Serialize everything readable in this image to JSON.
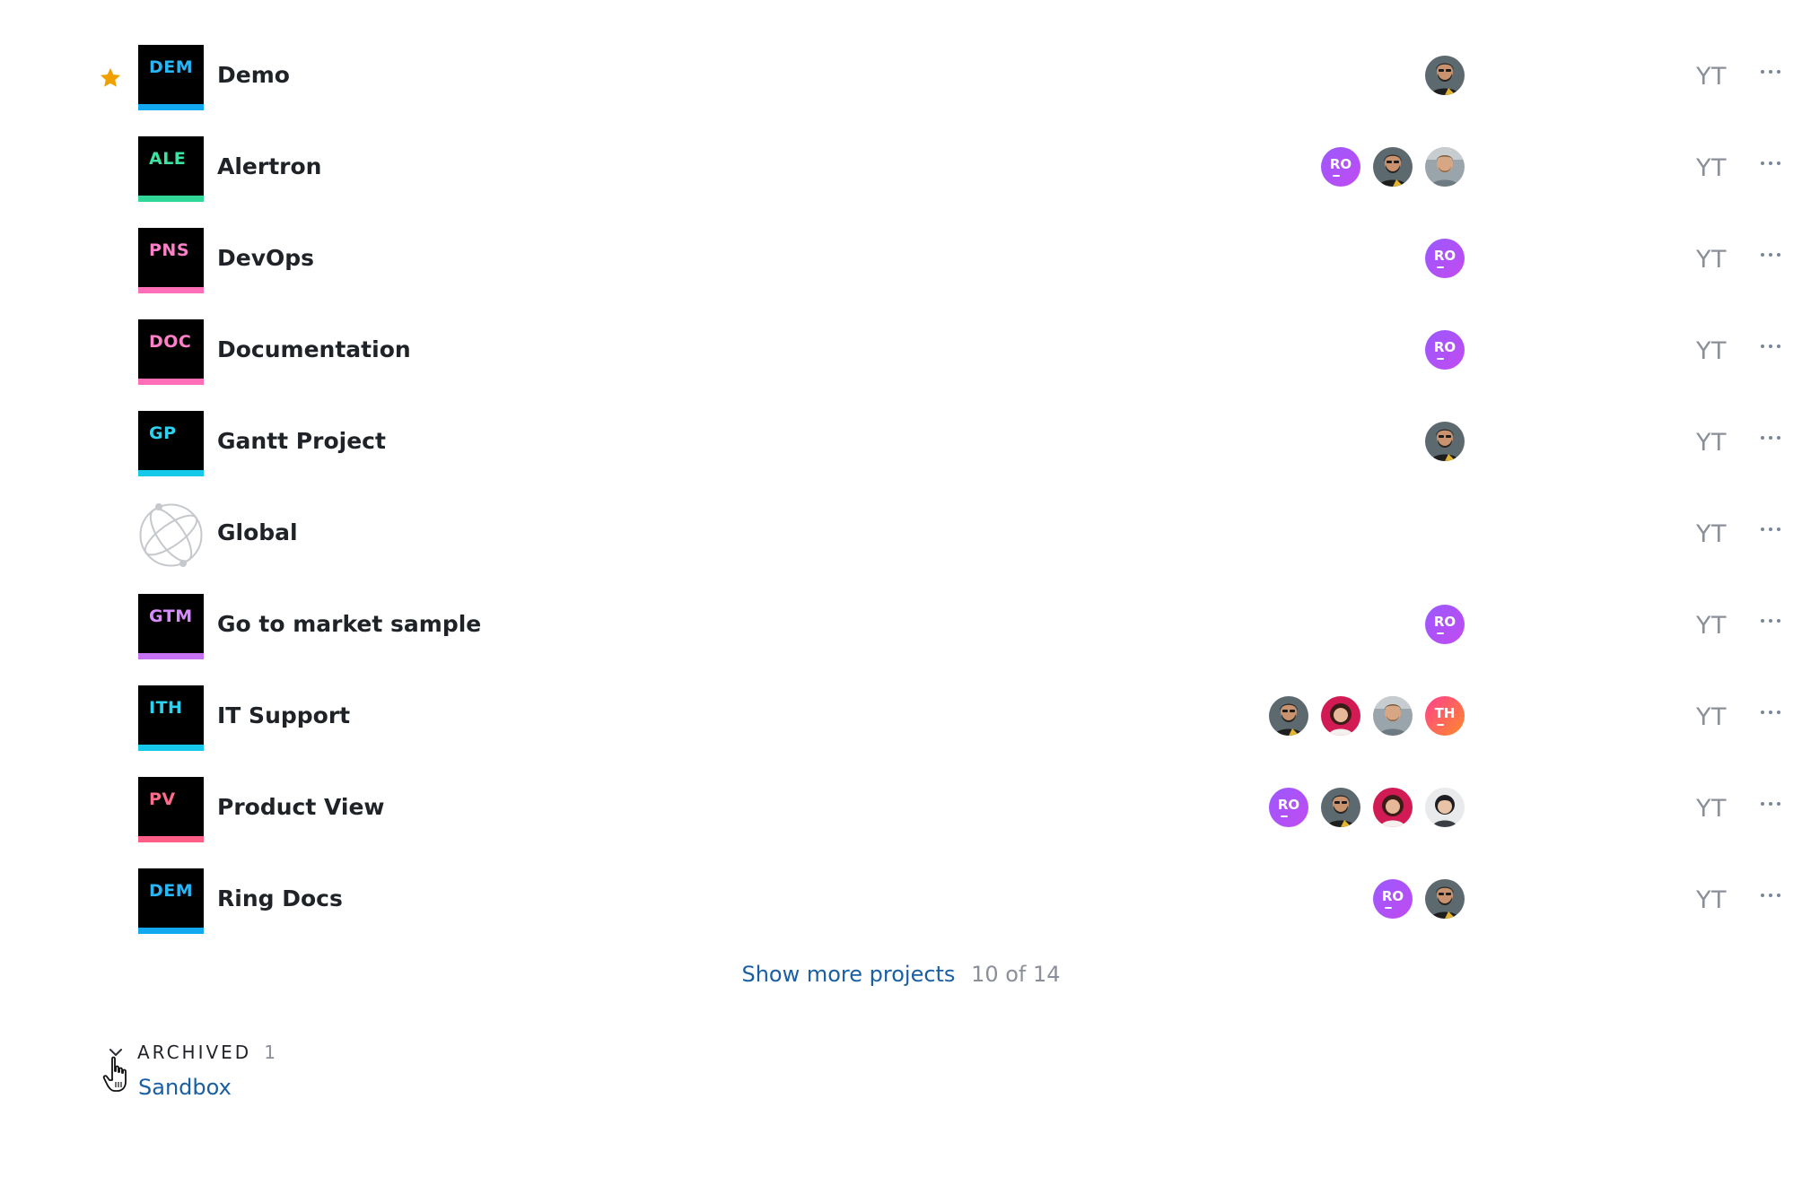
{
  "projects": [
    {
      "key": "DEM",
      "name": "Demo",
      "key_color": "#29b6f6",
      "bar_color": "#12a9f0",
      "starred": true,
      "owner": "YT",
      "members": [
        {
          "type": "photo",
          "style": "beard"
        }
      ]
    },
    {
      "key": "ALE",
      "name": "Alertron",
      "key_color": "#3ee3a2",
      "bar_color": "#30d796",
      "starred": false,
      "owner": "YT",
      "members": [
        {
          "type": "initials",
          "text": "RO"
        },
        {
          "type": "photo",
          "style": "beard"
        },
        {
          "type": "photo",
          "style": "light"
        }
      ]
    },
    {
      "key": "PNS",
      "name": "DevOps",
      "key_color": "#ff7fc8",
      "bar_color": "#ff6fb8",
      "starred": false,
      "owner": "YT",
      "members": [
        {
          "type": "initials",
          "text": "RO"
        }
      ]
    },
    {
      "key": "DOC",
      "name": "Documentation",
      "key_color": "#ff7fc8",
      "bar_color": "#ff6fb8",
      "starred": false,
      "owner": "YT",
      "members": [
        {
          "type": "initials",
          "text": "RO"
        }
      ]
    },
    {
      "key": "GP",
      "name": "Gantt Project",
      "key_color": "#2ad4f0",
      "bar_color": "#16c9ea",
      "starred": false,
      "owner": "YT",
      "members": [
        {
          "type": "photo",
          "style": "beard"
        }
      ]
    },
    {
      "key": "",
      "name": "Global",
      "key_color": "",
      "bar_color": "",
      "starred": false,
      "owner": "YT",
      "globe": true,
      "members": []
    },
    {
      "key": "GTM",
      "name": "Go to market sample",
      "key_color": "#d98cff",
      "bar_color": "#c772f2",
      "starred": false,
      "owner": "YT",
      "members": [
        {
          "type": "initials",
          "text": "RO"
        }
      ]
    },
    {
      "key": "ITH",
      "name": "IT Support",
      "key_color": "#2ad4f0",
      "bar_color": "#16c9ea",
      "starred": false,
      "owner": "YT",
      "members": [
        {
          "type": "photo",
          "style": "beard"
        },
        {
          "type": "photo",
          "style": "woman"
        },
        {
          "type": "photo",
          "style": "light"
        },
        {
          "type": "initials",
          "text": "TH",
          "variant": "th"
        }
      ]
    },
    {
      "key": "PV",
      "name": "Product View",
      "key_color": "#ff6b8a",
      "bar_color": "#ff5f86",
      "starred": false,
      "owner": "YT",
      "members": [
        {
          "type": "initials",
          "text": "RO"
        },
        {
          "type": "photo",
          "style": "beard"
        },
        {
          "type": "photo",
          "style": "woman"
        },
        {
          "type": "photo",
          "style": "woman2"
        }
      ]
    },
    {
      "key": "DEM",
      "name": "Ring Docs",
      "key_color": "#29b6f6",
      "bar_color": "#12a9f0",
      "starred": false,
      "owner": "YT",
      "members": [
        {
          "type": "initials",
          "text": "RO"
        },
        {
          "type": "photo",
          "style": "beard"
        }
      ]
    }
  ],
  "show_more": {
    "label": "Show more projects",
    "count": "10 of 14"
  },
  "archived": {
    "title": "ARCHIVED",
    "count": "1",
    "items": [
      "Sandbox"
    ]
  },
  "icons": {
    "star": "star-icon",
    "more": "more-horizontal-icon",
    "chevron": "chevron-down-icon",
    "globe": "globe-icon",
    "cursor": "hand-pointer-icon"
  },
  "colors": {
    "star": "#f0a000",
    "link": "#1a5fa3",
    "muted": "#8a8f99"
  }
}
